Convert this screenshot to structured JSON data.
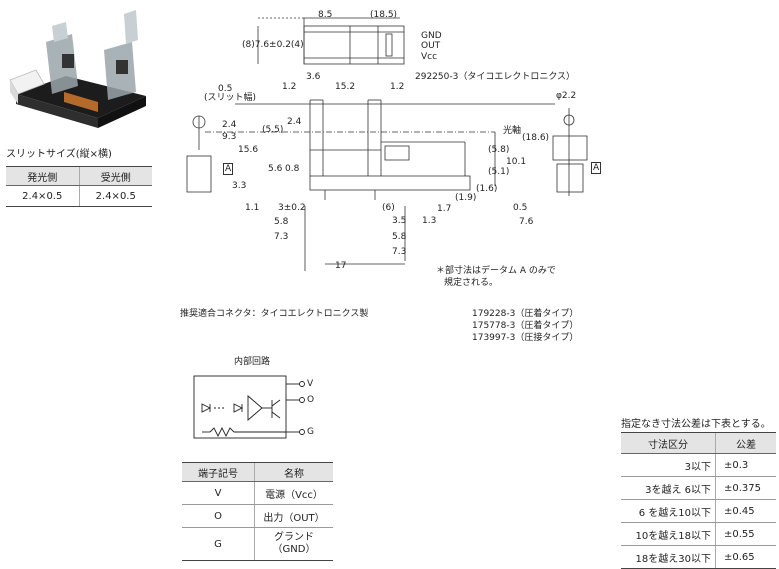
{
  "slit_caption": "スリットサイズ(縦×横)",
  "slit_table": {
    "headers": [
      "発光側",
      "受光側"
    ],
    "row": [
      "2.4×0.5",
      "2.4×0.5"
    ]
  },
  "top_view": {
    "dim_8_5": "8.5",
    "dim_18_5": "(18.5)",
    "dim_height": "(8)7.6±0.2(4)",
    "pins": [
      "GND",
      "OUT",
      "Vcc"
    ],
    "connector_part": "292250-3（タイコエレクトロニクス）"
  },
  "front_view": {
    "top_dims": [
      "1.2",
      "3.6",
      "15.2",
      "1.2"
    ],
    "labels": [
      "0.5",
      "(スリット幅)",
      "2.4",
      "9.3",
      "(5.5)",
      "2.4",
      "15.6",
      "5.6",
      "0.8",
      "A",
      "3.3",
      "光軸",
      "(18.6)",
      "(5.8)",
      "10.1",
      "(5.1)",
      "(1.6)",
      "(1.9)",
      "1.1",
      "3±0.2",
      "(6)",
      "3.5",
      "1.3",
      "1.7",
      "5.8",
      "5.8",
      "7.3",
      "7.3",
      "17"
    ],
    "right_labels": [
      "φ2.2",
      "A",
      "0.5",
      "7.6"
    ],
    "note_line1": "＊部寸法はデータム A のみで",
    "note_line2": "規定される。"
  },
  "connector_recommend": {
    "label": "推奨適合コネクタ：タイコエレクトロニクス製",
    "parts": [
      "179228-3（圧着タイプ）",
      "175778-3（圧着タイプ）",
      "173997-3（圧接タイプ）"
    ]
  },
  "circuit": {
    "title": "内部回路",
    "terminals": [
      "V",
      "O",
      "G"
    ]
  },
  "terminal_table": {
    "headers": [
      "端子記号",
      "名称"
    ],
    "rows": [
      [
        "V",
        "電源（Vcc）"
      ],
      [
        "O",
        "出力（OUT）"
      ],
      [
        "G",
        "グランド\n（GND）"
      ]
    ]
  },
  "tolerance": {
    "caption": "指定なき寸法公差は下表とする。",
    "headers": [
      "寸法区分",
      "公差"
    ],
    "rows": [
      [
        "3以下",
        "±0.3"
      ],
      [
        "3を越え 6以下",
        "±0.375"
      ],
      [
        "6 を越え10以下",
        "±0.45"
      ],
      [
        "10を越え18以下",
        "±0.55"
      ],
      [
        "18を越え30以下",
        "±0.65"
      ]
    ]
  }
}
